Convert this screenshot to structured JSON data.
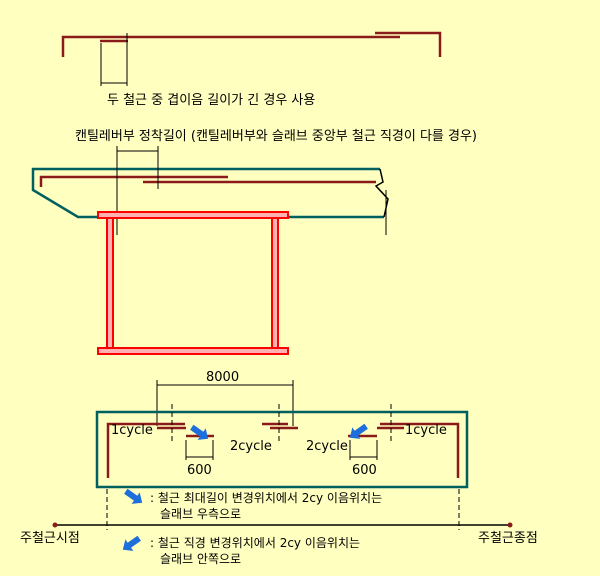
{
  "top": {
    "caption": "두 철근 중 겹이음 길이가 긴 경우 사용"
  },
  "cantilever": {
    "caption": "캔틸레버부 정착길이 (캔틸레버부와 슬래브 중앙부 철근 직경이 다를 경우)"
  },
  "bottom": {
    "dim_8000": "8000",
    "label_1cycle_left": "1cycle",
    "label_1cycle_right": "1cycle",
    "label_2cycle_left": "2cycle",
    "label_2cycle_right": "2cycle",
    "dim_600_left": "600",
    "dim_600_right": "600",
    "start_label": "주철근시점",
    "end_label": "주철근종점"
  },
  "legend": [
    {
      "line1": ": 철근 최대길이 변경위치에서 2cy 이음위치는",
      "line2": "슬래브 우측으로"
    },
    {
      "line1": ": 철근 직경 변경위치에서 2cy 이음위치는",
      "line2": "슬래브 안쪽으로"
    }
  ],
  "colors": {
    "rebar": "#8b1a1a",
    "slab_outline": "#006060",
    "girder": "#ff0000",
    "arrow": "#1e6fdc",
    "background": "#ffffc0"
  }
}
